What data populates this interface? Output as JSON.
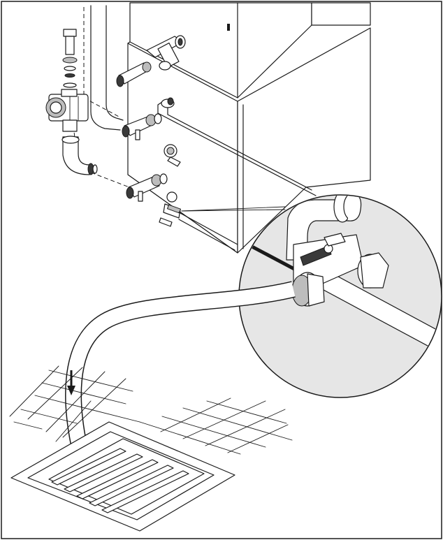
{
  "figure": {
    "caption": "",
    "description_icons": [
      "boiler-unit",
      "circulation-pump",
      "drain-valve",
      "drain-hose",
      "floor-drain",
      "flow-arrow"
    ]
  },
  "colors": {
    "line": "#1a1a1a",
    "background": "#ffffff",
    "shade": "#bdbdbd",
    "magnifier_fill": "#e6e6e6"
  }
}
